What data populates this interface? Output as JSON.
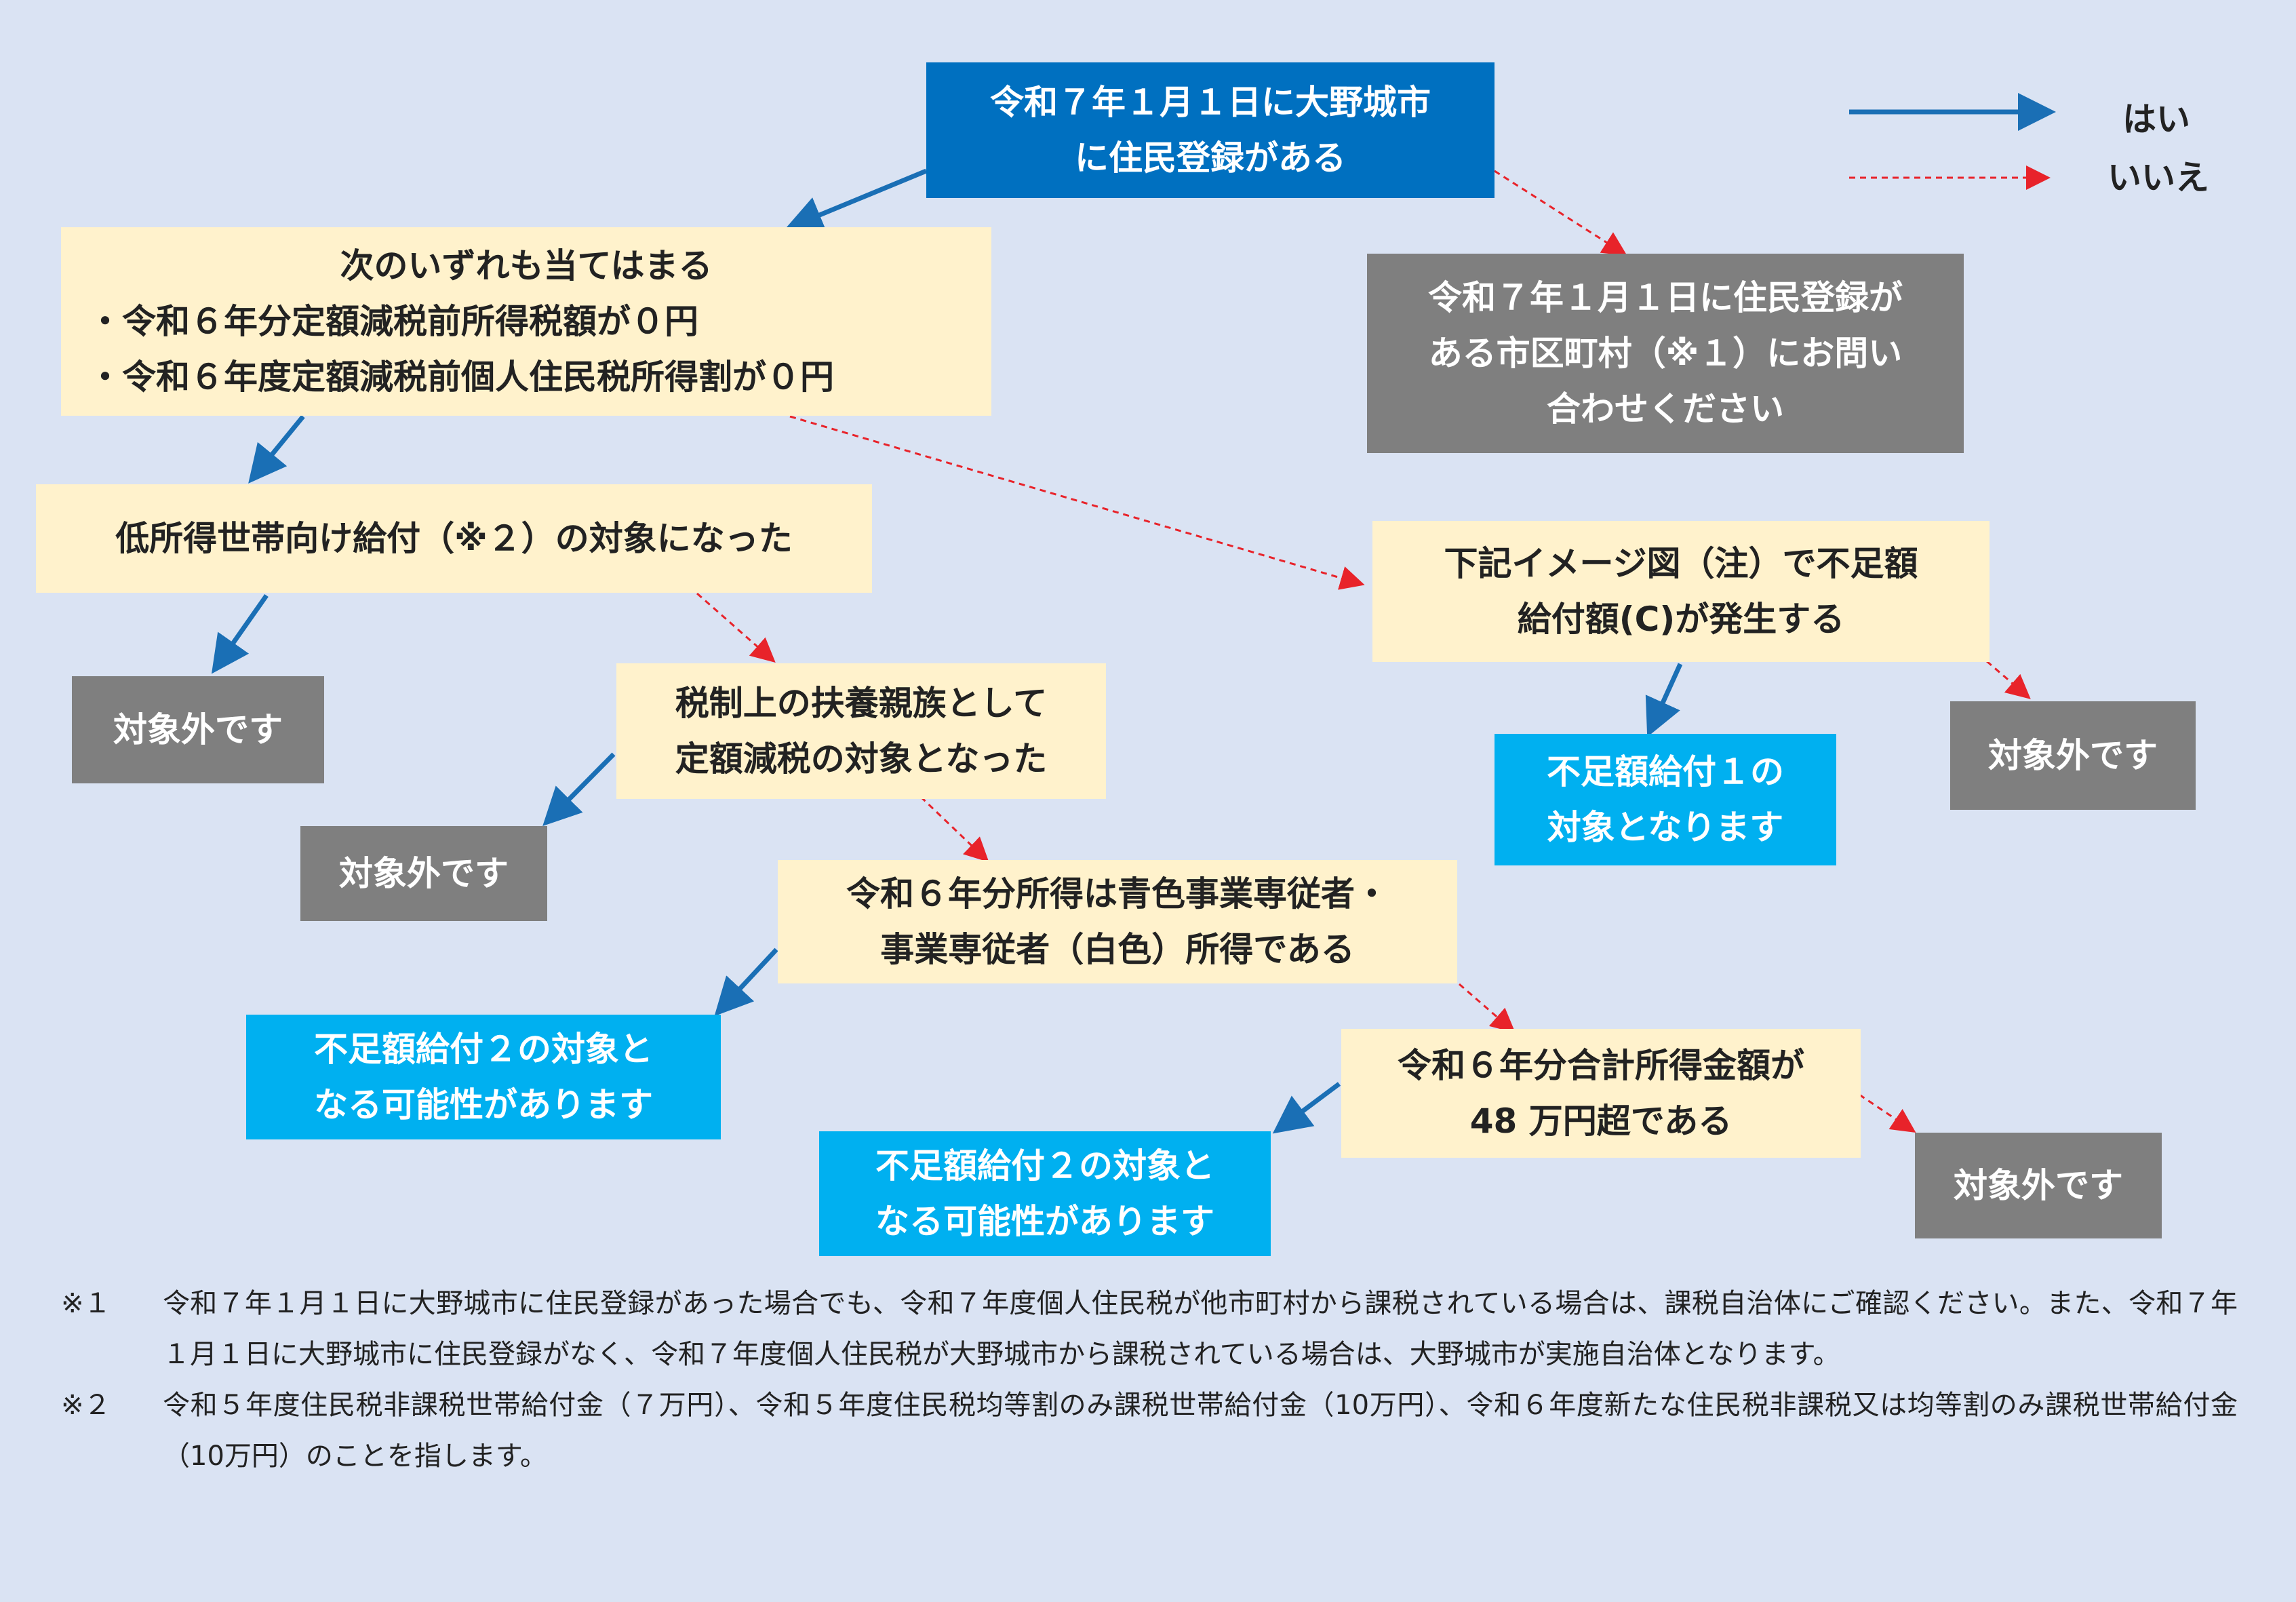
{
  "legend": {
    "yes_label": "はい",
    "no_label": "いいえ",
    "yes_color": "#1a6fb5",
    "no_color": "#e8232a"
  },
  "nodes": {
    "start": [
      "令和７年１月１日に大野城市",
      "に住民登録がある"
    ],
    "ask_other_city": [
      "令和７年１月１日に住民登録が",
      "ある市区町村（※１）にお問い",
      "合わせください"
    ],
    "conditions": [
      "次のいずれも当てはまる",
      "・令和６年分定額減税前所得税額が０円",
      "・令和６年度定額減税前個人住民税所得割が０円"
    ],
    "low_income": [
      "低所得世帯向け給付（※２）の対象になった"
    ],
    "shortfall": [
      "下記イメージ図（注）で不足額",
      "給付額(C)が発生する"
    ],
    "not_eligible_1": [
      "対象外です"
    ],
    "dependent": [
      "税制上の扶養親族として",
      "定額減税の対象となった"
    ],
    "benefit_1": [
      "不足額給付１の",
      "対象となります"
    ],
    "not_eligible_2": [
      "対象外です"
    ],
    "not_eligible_3": [
      "対象外です"
    ],
    "family_employee": [
      "令和６年分所得は青色事業専従者・",
      "事業専従者（白色）所得である"
    ],
    "benefit_2a": [
      "不足額給付２の対象と",
      "なる可能性があります"
    ],
    "total_income": [
      "令和６年分合計所得金額が",
      "48 万円超である"
    ],
    "benefit_2b": [
      "不足額給付２の対象と",
      "なる可能性があります"
    ],
    "not_eligible_4": [
      "対象外です"
    ]
  },
  "notes": [
    {
      "mark": "※１",
      "text": "令和７年１月１日に大野城市に住民登録があった場合でも、令和７年度個人住民税が他市町村から課税されている場合は、課税自治体にご確認ください。また、令和７年１月１日に大野城市に住民登録がなく、令和７年度個人住民税が大野城市から課税されている場合は、大野城市が実施自治体となります。"
    },
    {
      "mark": "※２",
      "text": "令和５年度住民税非課税世帯給付金（７万円）、令和５年度住民税均等割のみ課税世帯給付金（10万円）、令和６年度新たな住民税非課税又は均等割のみ課税世帯給付金（10万円）のことを指します。"
    }
  ]
}
